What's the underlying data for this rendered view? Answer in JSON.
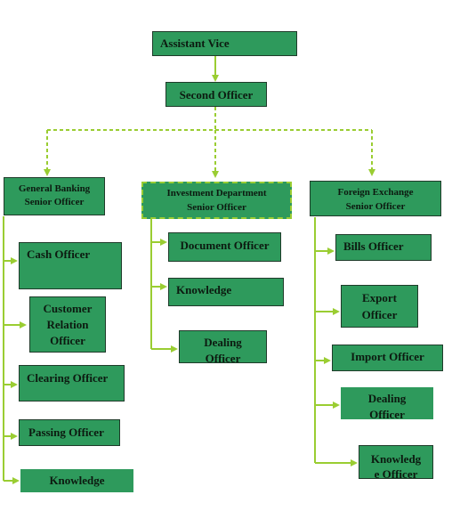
{
  "colors": {
    "box_fill": "#2e9a5c",
    "box_border": "#1f3b2a",
    "connector": "#9acd32"
  },
  "top": {
    "label": "Assistant Vice"
  },
  "second": {
    "label": "Second Officer"
  },
  "departments": [
    {
      "label_line1": "General Banking",
      "label_line2": "Senior Officer"
    },
    {
      "label_line1": "Investment Department",
      "label_line2": "Senior Officer"
    },
    {
      "label_line1": "Foreign Exchange",
      "label_line2": "Senior Officer"
    }
  ],
  "general_banking": [
    {
      "label": "Cash Officer"
    },
    {
      "label_line1": "Customer",
      "label_line2": "Relation",
      "label_line3": "Officer"
    },
    {
      "label": "Clearing Officer"
    },
    {
      "label": "Passing Officer"
    },
    {
      "label": "Knowledge"
    }
  ],
  "investment": [
    {
      "label": "Document Officer"
    },
    {
      "label": "Knowledge"
    },
    {
      "label_line1": "Dealing",
      "label_line2": "Officer"
    }
  ],
  "foreign_exchange": [
    {
      "label": "Bills Officer"
    },
    {
      "label_line1": "Export",
      "label_line2": "Officer"
    },
    {
      "label": "Import Officer"
    },
    {
      "label_line1": "Dealing",
      "label_line2": "Officer"
    },
    {
      "label_line1": "Knowledg",
      "label_line2": "e Officer"
    }
  ]
}
